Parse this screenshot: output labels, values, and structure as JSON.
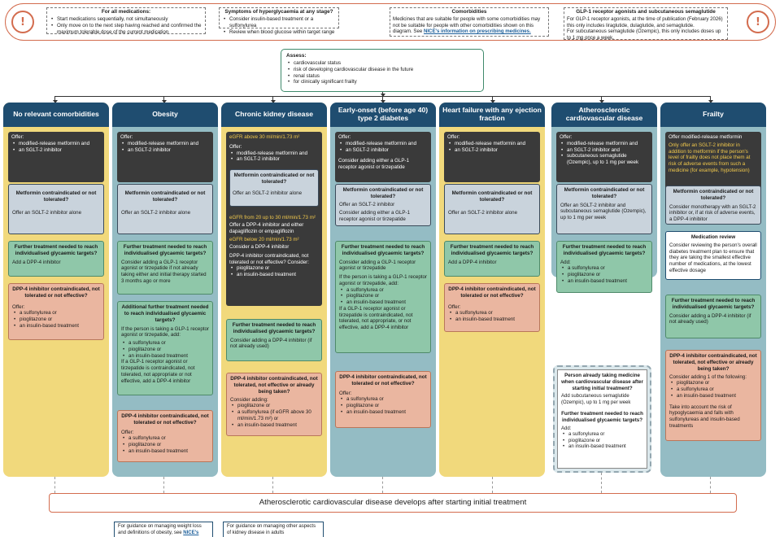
{
  "banner": {
    "all_meds": {
      "title": "For all medications:",
      "items": [
        "Start medications sequentially, not simultaneously",
        "Only move on to the next step having reached and confirmed the maximum tolerable dose of the current medication"
      ]
    },
    "hyper": {
      "title": "Symptoms of hyperglycaemia at any stage?",
      "items": [
        "Consider insulin-based treatment or a sulfonylurea",
        "Review when blood glucose within target range"
      ]
    },
    "comorb": {
      "title": "Comorbidities",
      "text": "Medicines that are suitable for people with some comorbidities may not be suitable for people with other comorbidities shown on this diagram. See",
      "link": "NICE's information on prescribing medicines."
    },
    "glp": {
      "title": "GLP-1 receptor agonists and subcutaneous semaglutide",
      "text1": "For GLP-1 receptor agonists, at the time of publication (February 2026) this only includes liraglutide, dulaglutide, and semaglutide.",
      "text2": "For subcutaneous semaglutide (Ozempic), this only includes doses up to 1 mg once a week."
    },
    "icon_glyph": "!"
  },
  "assess": {
    "title": "Assess:",
    "items": [
      "cardiovascular status",
      "risk of developing cardiovascular disease in the future",
      "renal status",
      "for clinically significant frailty"
    ]
  },
  "cols": {
    "c1": {
      "title": "No relevant comorbidities",
      "offer": {
        "label": "Offer:",
        "items": [
          "modified-release metformin and",
          "an SGLT-2 inhibitor"
        ]
      },
      "contra": {
        "title": "Metformin contraindicated or not tolerated?",
        "text": "Offer an SGLT-2 inhibitor alone"
      },
      "further": {
        "title": "Further treatment needed to reach individualised glycaemic targets?",
        "text": "Add a DPP-4 inhibitor"
      },
      "dpp": {
        "title": "DPP-4 inhibitor contraindicated, not tolerated or not effective?",
        "label": "Offer:",
        "items": [
          "a sulfonylurea or",
          "pioglitazone or",
          "an insulin-based treatment"
        ]
      }
    },
    "c2": {
      "title": "Obesity",
      "offer": {
        "label": "Offer:",
        "items": [
          "modified-release metformin and",
          "an SGLT-2 inhibitor"
        ]
      },
      "contra": {
        "title": "Metformin contraindicated or not tolerated?",
        "text": "Offer an SGLT-2 inhibitor alone"
      },
      "further": {
        "title": "Further treatment needed to reach individualised glycaemic targets?",
        "text": "Consider adding a GLP-1 receptor agonist or tirzepatide if not already taking either and initial therapy started 3 months ago or more"
      },
      "additional": {
        "title": "Additional further treatment needed to reach individualised glycaemic targets?",
        "text1": "If the person is taking a GLP-1 receptor agonist or tirzepatide, add:",
        "items": [
          "a sulfonylurea or",
          "pioglitazone or",
          "an insulin-based treatment"
        ],
        "text2": "If a GLP-1 receptor agonist or tirzepatide is contraindicated, not tolerated, not appropriate or not effective, add a DPP-4 inhibitor"
      },
      "dpp": {
        "title": "DPP-4 inhibitor contraindicated, not tolerated or not effective?",
        "label": "Offer:",
        "items": [
          "a sulfonylurea or",
          "pioglitazone or",
          "an insulin-based treatment"
        ]
      }
    },
    "c3": {
      "title": "Chronic kidney disease",
      "egfr1": "eGFR above 30 ml/min/1.73 m²",
      "offer": {
        "label": "Offer:",
        "items": [
          "modified-release metformin and",
          "an SGLT-2 inhibitor"
        ]
      },
      "contra": {
        "title": "Metformin contraindicated or not tolerated?",
        "text": "Offer an SGLT-2 inhibitor alone"
      },
      "egfr2": "eGFR from 20 up to 30 ml/min/1.73 m²",
      "egfr2_text": "Offer a DPP-4 inhibitor and either dapagliflozin or empagliflozin",
      "egfr3": "eGFR below 20 ml/min/1.73 m²",
      "egfr3_text": "Consider a DPP-4 inhibitor",
      "egfr3_text2": "DPP-4 inhibitor contraindicated, not tolerated or not effective? Consider:",
      "egfr3_items": [
        "pioglitazone or",
        "an insulin-based treatment"
      ],
      "further": {
        "title": "Further treatment needed to reach individualised glycaemic targets?",
        "text": "Consider adding a DPP-4 inhibitor (if not already used)"
      },
      "dpp": {
        "title": "DPP-4 inhibitor contraindicated, not tolerated, not effective or already being taken?",
        "label": "Consider adding:",
        "items": [
          "pioglitazone or",
          "a sulfonylurea (if eGFR above 30 ml/min/1.73 m²) or",
          "an insulin-based treatment"
        ]
      }
    },
    "c4": {
      "title": "Early-onset (before age 40) type 2 diabetes",
      "offer": {
        "label": "Offer:",
        "items": [
          "modified-release metformin and",
          "an SGLT-2 inhibitor"
        ],
        "text": "Consider adding either a GLP-1 receptor agonist or tirzepatide"
      },
      "contra": {
        "title": "Metformin contraindicated or not tolerated?",
        "text1": "Offer an SGLT-2 inhibitor",
        "text2": "Consider adding either a GLP-1 receptor agonist or tirzepatide"
      },
      "further": {
        "title": "Further treatment needed to reach individualised glycaemic targets?",
        "text1": "Consider adding a GLP-1 receptor agonist or tirzepatide",
        "text2": "If the person is taking a GLP-1 receptor agonist or tirzepatide, add:",
        "items": [
          "a sulfonylurea or",
          "pioglitazone or",
          "an insulin-based treatment"
        ],
        "text3": "If a GLP-1 receptor agonist or tirzepatide is contraindicated, not tolerated, not appropriate, or not effective, add a DPP-4 inhibitor"
      },
      "dpp": {
        "title": "DPP-4 inhibitor contraindicated, not tolerated or not effective?",
        "label": "Offer:",
        "items": [
          "a sulfonylurea or",
          "pioglitazone or",
          "an insulin-based treatment"
        ]
      }
    },
    "c5": {
      "title": "Heart failure with any ejection fraction",
      "offer": {
        "label": "Offer:",
        "items": [
          "modified-release metformin and",
          "an SGLT-2 inhibitor"
        ]
      },
      "contra": {
        "title": "Metformin contraindicated or not tolerated?",
        "text": "Offer an SGLT-2 inhibitor alone"
      },
      "further": {
        "title": "Further treatment needed to reach individualised glycaemic targets?",
        "text": "Add a DPP-4 inhibitor"
      },
      "dpp": {
        "title": "DPP-4 inhibitor contraindicated, not tolerated or not effective?",
        "label": "Offer:",
        "items": [
          "a sulfonylurea or",
          "an insulin-based treatment"
        ]
      }
    },
    "c6": {
      "title": "Atherosclerotic cardiovascular disease",
      "offer": {
        "label": "Offer:",
        "items": [
          "modified-release metformin and",
          "an SGLT-2 inhibitor and",
          "subcutaneous semaglutide (Ozempic), up to 1 mg per week"
        ]
      },
      "contra": {
        "title": "Metformin contraindicated or not tolerated?",
        "text": "Offer an SGLT-2 inhibitor and subcutaneous semaglutide (Ozempic), up to 1 mg per week"
      },
      "further": {
        "title": "Further treatment needed to reach individualised glycaemic targets?",
        "label": "Add:",
        "items": [
          "a sulfonylurea or",
          "pioglitazone or",
          "an insulin-based treatment"
        ]
      }
    },
    "c7": {
      "title": "Frailty",
      "offer1": "Offer modified-release metformin",
      "offer2": "Only offer an SGLT-2 inhibitor in addition to metformin if the person's level of frailty does not place them at risk of adverse events from such a medicine (for example, hypotension)",
      "contra": {
        "title": "Metformin contraindicated or not tolerated?",
        "text": "Consider monotherapy with an SGLT-2 inhibitor or, if at risk of adverse events, a DPP-4 inhibitor"
      },
      "review": {
        "title": "Medication review",
        "text": "Consider reviewing the person's overall diabetes treatment plan to ensure that they are taking the smallest effective number of medications, at the lowest effective dosage"
      },
      "further": {
        "title": "Further treatment needed to reach individualised glycaemic targets?",
        "text": "Consider adding a DPP-4 inhibitor (if not already used)"
      },
      "dpp": {
        "title": "DPP-4 inhibitor contraindicated, not tolerated, not effective or already being taken?",
        "label": "Consider adding 1 of the following:",
        "items": [
          "pioglitazone or",
          "a sulfonylurea or",
          "an insulin-based treatment"
        ],
        "text": "Take into account the risk of hypoglycaemia and falls with sulfonylureas and insulin-based treatments"
      }
    }
  },
  "later": {
    "title": "Person already taking medicine when cardiovascular disease after starting initial treatment?",
    "text": "Add subcutaneous semaglutide (Ozempic), up to 1 mg per week",
    "further": "Further treatment needed to reach individualised glycaemic targets?",
    "label": "Add:",
    "items": [
      "a sulfonylurea or",
      "pioglitazone or",
      "an insulin-based treatment"
    ]
  },
  "bottom": {
    "banner": "Atherosclerotic cardiovascular disease develops after starting initial treatment",
    "note1": "For guidance on managing weight loss and definitions of obesity, see",
    "note1_link": "NICE's",
    "note2": "For guidance on managing other aspects of kidney disease in adults"
  }
}
